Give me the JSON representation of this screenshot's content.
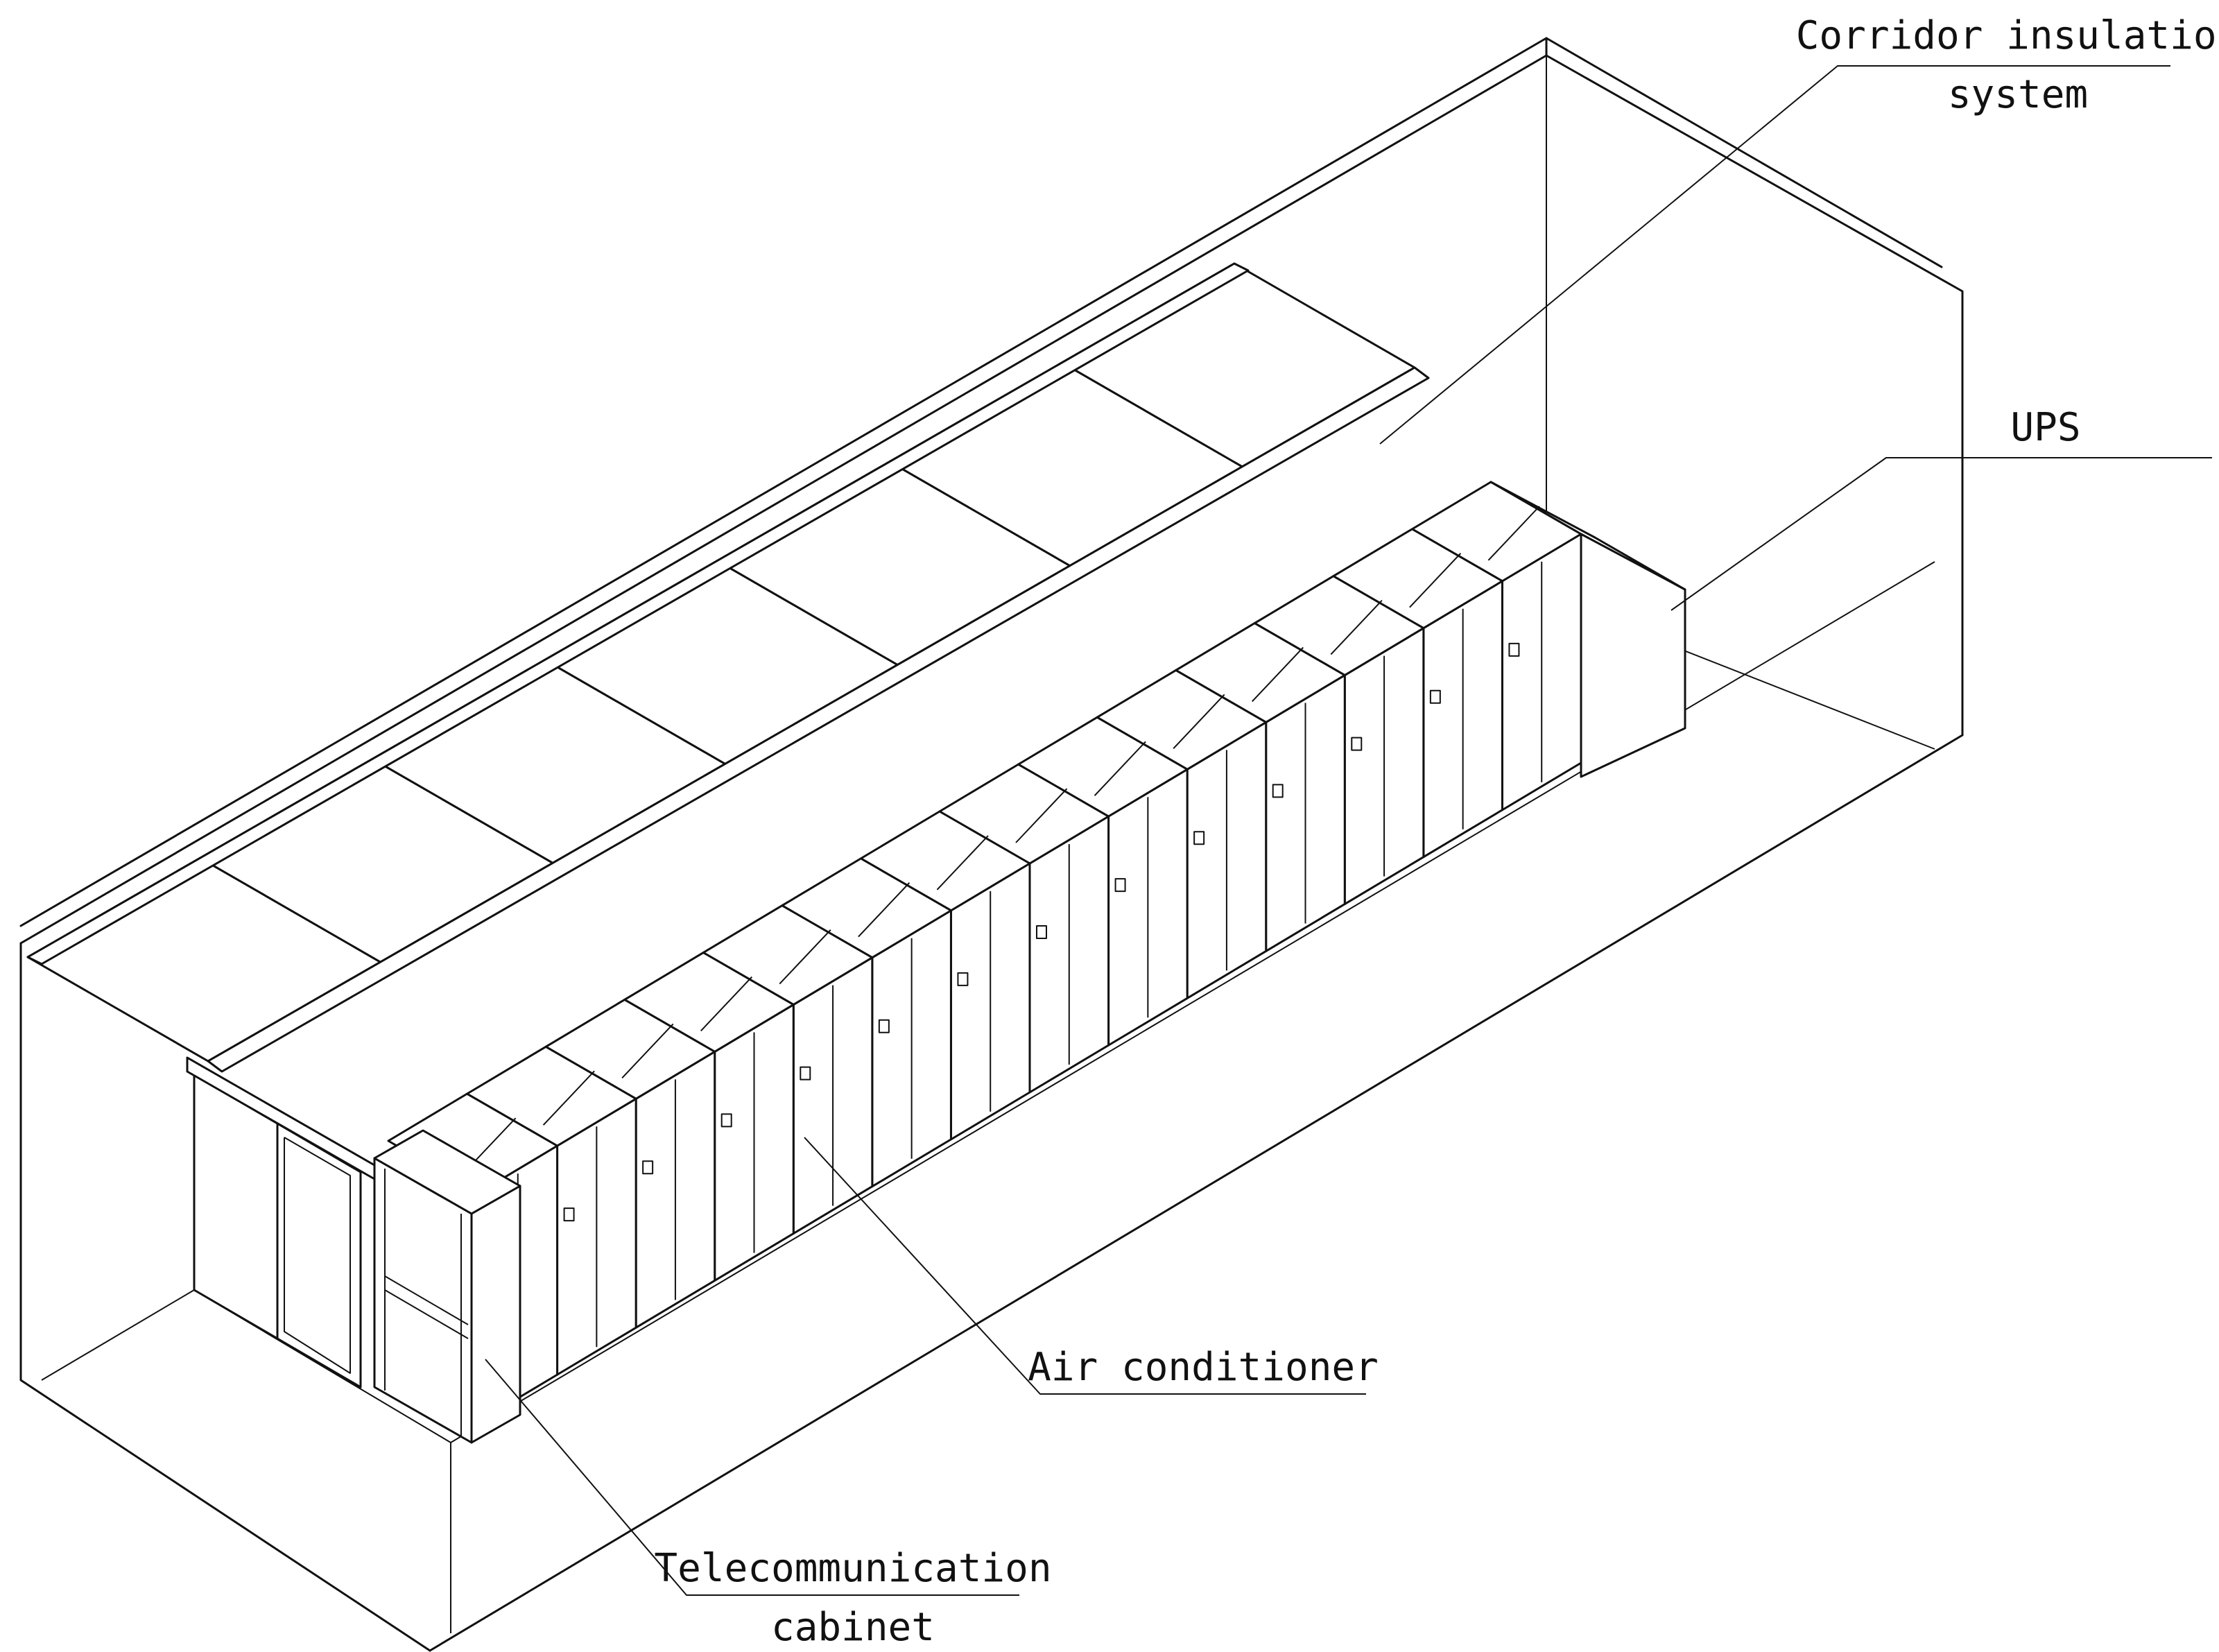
{
  "labels": {
    "corridor": [
      "Corridor insulation",
      "system"
    ],
    "ups": "UPS",
    "air_conditioner": "Air conditioner",
    "telecom": [
      "Telecommunication",
      "cabinet"
    ]
  },
  "colors": {
    "line": "#111111",
    "face": "#ffffff",
    "background": "#ffffff"
  }
}
